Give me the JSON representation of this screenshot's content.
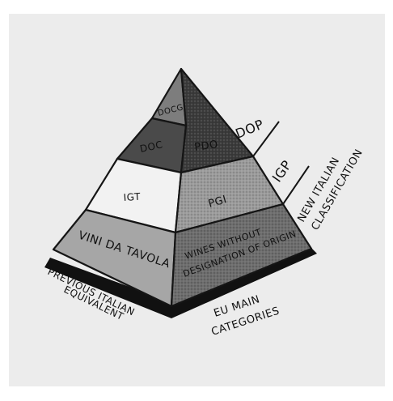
{
  "left_face": {
    "tiers": [
      "DOCG",
      "DOC",
      "IGT",
      "VINI DA TAVOLA"
    ],
    "caption_lines": [
      "PREVIOUS ITALIAN",
      "EQUIVALENT"
    ]
  },
  "right_face": {
    "tiers": [
      "PDO",
      "PGI"
    ],
    "base_tier_lines": [
      "WINES WITHOUT",
      "DESIGNATION OF ORIGIN"
    ],
    "caption_lines": [
      "EU MAIN",
      "CATEGORIES"
    ]
  },
  "side_labels": {
    "dop": "DOP",
    "igp": "IGP",
    "classification_lines": [
      "NEW ITALIAN",
      "CLASSIFICATION"
    ]
  },
  "colors": {
    "panel": "#ececec",
    "docg": "#7d7d7d",
    "doc": "#4a4a4a",
    "igt": "#f2f2f2",
    "vini_da_tavola": "#a6a6a6",
    "pdo": "#3a3a3a",
    "pgi": "#9b9b9b",
    "wines_without": "#6e6e6e",
    "shadow": "#111111"
  }
}
